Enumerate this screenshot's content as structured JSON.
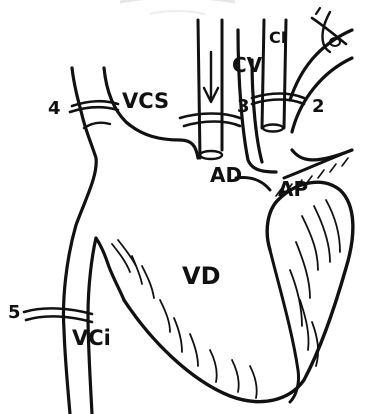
{
  "labels": {
    "ci": "CI",
    "cv": "CV",
    "vcs": "VCS",
    "ad": "AD",
    "ap": "AP",
    "vd": "VD",
    "vci": "VCi",
    "num2": "2",
    "num3": "3",
    "num4": "4",
    "num5": "5"
  },
  "colors": {
    "ink": "#111111",
    "paper": "#ffffff",
    "watermark": "#e6e6e6"
  }
}
